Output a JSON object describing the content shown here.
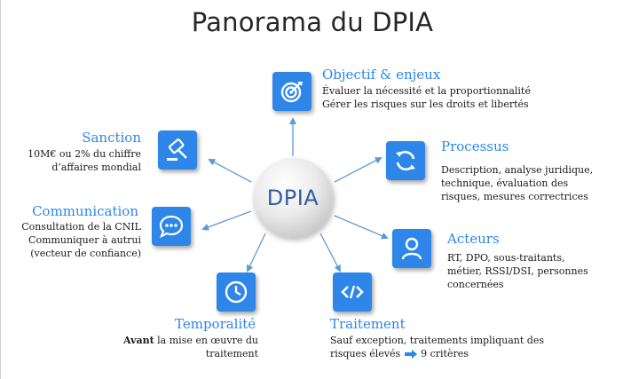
{
  "title": "Panorama du DPIA",
  "center": "DPIA",
  "colors": {
    "accent": "#2d86e8",
    "arrow": "#5b9bd5",
    "center_text": "#2f5f9e"
  },
  "nodes": {
    "objectif": {
      "icon": "target-icon",
      "heading": "Objectif & enjeux",
      "lines": [
        "Évaluer la nécessité et la proportionnalité",
        "Gérer les risques sur les droits et libertés"
      ]
    },
    "processus": {
      "icon": "refresh-icon",
      "heading": "Processus",
      "lines": [
        "Description, analyse juridique,",
        "technique, évaluation des",
        "risques, mesures correctrices"
      ]
    },
    "acteurs": {
      "icon": "user-icon",
      "heading": "Acteurs",
      "lines": [
        "RT, DPO, sous-traitants,",
        "métier, RSSI/DSI, personnes",
        "concernées"
      ]
    },
    "traitement": {
      "icon": "code-icon",
      "heading": "Traitement",
      "line1": "Sauf exception, traitements impliquant des",
      "line2_a": "risques élevés",
      "line2_b": "9 critères"
    },
    "temporalite": {
      "icon": "clock-icon",
      "heading": "Temporalité",
      "bold": "Avant",
      "line1_rest": " la mise en œuvre du",
      "line2": "traitement"
    },
    "communication": {
      "icon": "chat-bubble-icon",
      "heading": "Communication",
      "lines": [
        "Consultation de la CNIL",
        "Communiquer à autrui",
        "(vecteur de confiance)"
      ]
    },
    "sanction": {
      "icon": "gavel-icon",
      "heading": "Sanction",
      "lines": [
        "10M€ ou 2% du chiffre",
        "d’affaires mondial"
      ]
    }
  }
}
